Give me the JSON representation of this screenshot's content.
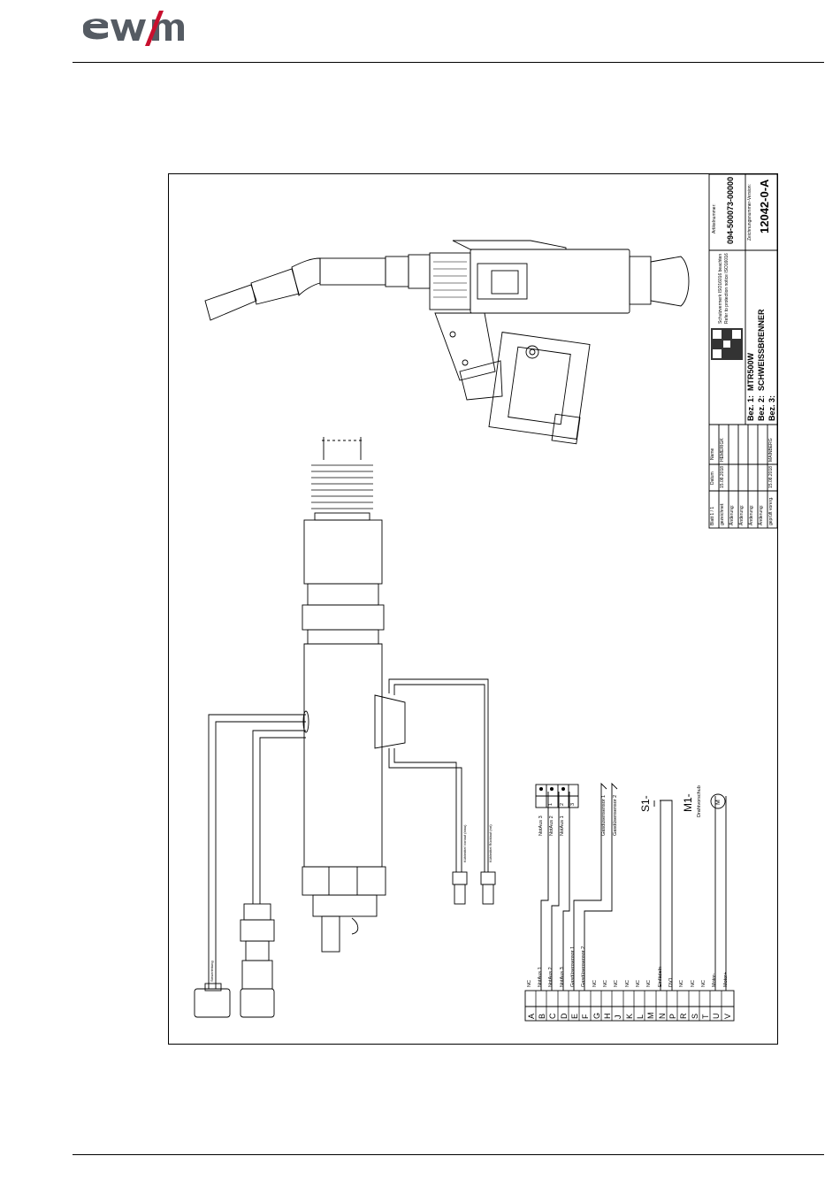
{
  "brand": {
    "logo_text": "ewm",
    "accent_color": "#c8102e"
  },
  "connector": {
    "pins": [
      "A",
      "B",
      "C",
      "D",
      "E",
      "F",
      "G",
      "H",
      "J",
      "K",
      "L",
      "M",
      "N",
      "P",
      "R",
      "S",
      "T",
      "U",
      "V"
    ],
    "signals": [
      "NC",
      "NotAus 1",
      "NotAus 2",
      "NotAus 3",
      "Gasdüsensensor 1",
      "Gasdüsensensor 2",
      "NC",
      "NC",
      "NC",
      "NC",
      "NC",
      "NC",
      "Einfädeln",
      "DV1",
      "NC",
      "NC",
      "NC",
      "Motor-",
      "Motor+"
    ]
  },
  "notaus_block": {
    "labels": [
      "NotAus 3",
      "NotAus 2",
      "NotAus 1"
    ],
    "terminals": [
      "1",
      "2",
      "3"
    ]
  },
  "sensor_labels": [
    "Gasdüsensensor 1",
    "Gasdüsensensor 2"
  ],
  "components": {
    "s1": "S1-",
    "m1": "M1-",
    "m1_desc": "Drahtvorschub",
    "motor_symbol": "M"
  },
  "hose_labels": {
    "left": "Kühlmittel Vorlauf (blau)",
    "right": "Kühlmittel Rücklauf (rot)"
  },
  "connector_label": "Steuerleitung",
  "title_block": {
    "sheet": "Blatt 1 / 1",
    "col_date": "Datum",
    "col_name": "Name",
    "rows": [
      {
        "label": "gezeichnet:",
        "date": "15.08.2018",
        "name": "HEMERIGK"
      },
      {
        "label": "Änderung:",
        "date": "",
        "name": ""
      },
      {
        "label": "Änderung:",
        "date": "",
        "name": ""
      },
      {
        "label": "Änderung:",
        "date": "",
        "name": ""
      },
      {
        "label": "Änderung:",
        "date": "",
        "name": ""
      },
      {
        "label": "geprüft vorerg.",
        "date": "15.08.2018",
        "name": "MAINBERG"
      }
    ],
    "bez1_label": "Bez. 1:",
    "bez1_value": "MTR500W",
    "bez2_label": "Bez. 2:",
    "bez2_value": "SCHWEISSBRENNER",
    "bez3_label": "Bez. 3:",
    "protection_de": "Schutzvermerk ISO16016 beachten",
    "protection_en": "Refer to protection notice ISO16016",
    "article_label": "Artikelnummer:",
    "article_number": "094-500073-00000",
    "drawing_label": "Zeichnungsnummer-Version:",
    "drawing_number": "12042-0-A"
  }
}
